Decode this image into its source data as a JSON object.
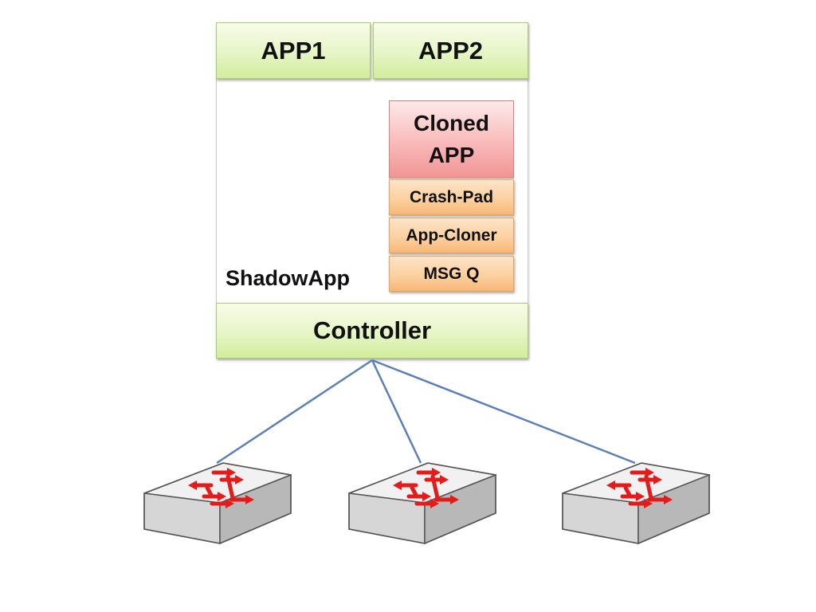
{
  "diagram": {
    "apps": [
      "APP1",
      "APP2"
    ],
    "cloned_app": "Cloned\nAPP",
    "stack": [
      "Crash-Pad",
      "App-Cloner",
      "MSG Q"
    ],
    "shadowapp_label": "ShadowApp",
    "controller_label": "Controller",
    "switch_count": 3,
    "colors": {
      "app_green": "#e6f5c6",
      "cloned_red": "#f9b9b9",
      "stack_orange": "#fbcf9c",
      "link_blue": "#5b80b8",
      "arrow_red": "#e41b1b"
    }
  }
}
